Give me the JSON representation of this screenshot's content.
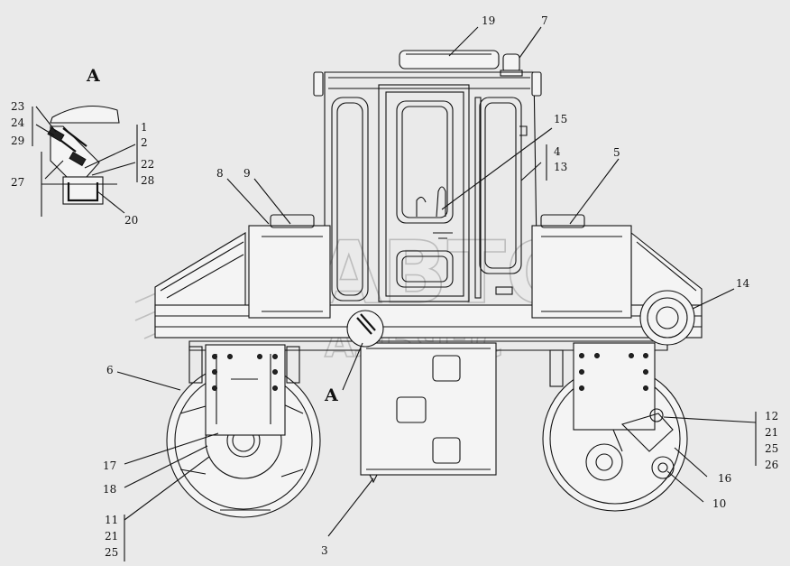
{
  "view_label": "A",
  "watermark": {
    "line1": "АВТО",
    "line2": "АЛЬЯНС"
  },
  "callouts": {
    "c19": "19",
    "c7": "7",
    "c15": "15",
    "c4": "4",
    "c13": "13",
    "c5": "5",
    "c8": "8",
    "c9": "9",
    "c14": "14",
    "c6": "6",
    "c12": "12",
    "c21a": "21",
    "c25a": "25",
    "c26": "26",
    "c16": "16",
    "c10": "10",
    "c17": "17",
    "c18": "18",
    "c11": "11",
    "c21b": "21",
    "c25b": "25",
    "c3": "3"
  },
  "detail": {
    "label": "A",
    "c23": "23",
    "c24": "24",
    "c29": "29",
    "c1": "1",
    "c2": "2",
    "c22": "22",
    "c28": "28",
    "c27": "27",
    "c20": "20"
  },
  "section_marker": "A"
}
